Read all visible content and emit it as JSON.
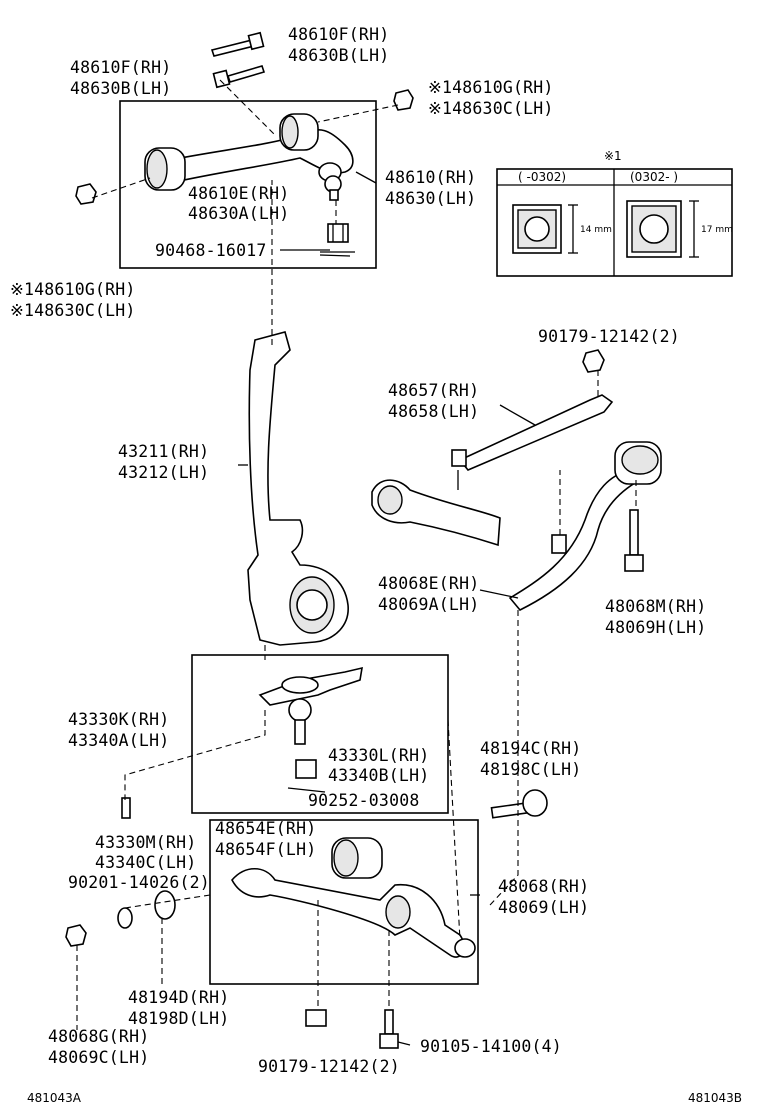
{
  "diagram_code_left": "481043A",
  "diagram_code_right": "481043B",
  "labels": [
    {
      "id": "p48610f_rh",
      "text": "48610F(RH)"
    },
    {
      "id": "p48630b_lh",
      "text": "48630B(LH)"
    },
    {
      "id": "p48610f_rh_2",
      "text": "48610F(RH)"
    },
    {
      "id": "p48630b_lh_2",
      "text": "48630B(LH)"
    },
    {
      "id": "p48610g_rh_top",
      "text": "※148610G(RH)"
    },
    {
      "id": "p48630c_lh_top",
      "text": "※148630C(LH)"
    },
    {
      "id": "p48610_rh",
      "text": "48610(RH)"
    },
    {
      "id": "p48630_lh",
      "text": "48630(LH)"
    },
    {
      "id": "p48610e_rh",
      "text": "48610E(RH)"
    },
    {
      "id": "p48630a_lh",
      "text": "48630A(LH)"
    },
    {
      "id": "p90468",
      "text": "90468-16017"
    },
    {
      "id": "p48610g_rh_left",
      "text": "※148610G(RH)"
    },
    {
      "id": "p48630c_lh_left",
      "text": "※148630C(LH)"
    },
    {
      "id": "p90179_top",
      "text": "90179-12142(2)"
    },
    {
      "id": "p48657_rh",
      "text": "48657(RH)"
    },
    {
      "id": "p48658_lh",
      "text": "48658(LH)"
    },
    {
      "id": "p43211_rh",
      "text": "43211(RH)"
    },
    {
      "id": "p43212_lh",
      "text": "43212(LH)"
    },
    {
      "id": "p48068e_rh",
      "text": "48068E(RH)"
    },
    {
      "id": "p48069a_lh",
      "text": "48069A(LH)"
    },
    {
      "id": "p48068m_rh",
      "text": "48068M(RH)"
    },
    {
      "id": "p48069h_lh",
      "text": "48069H(LH)"
    },
    {
      "id": "p43330k_rh",
      "text": "43330K(RH)"
    },
    {
      "id": "p43340a_lh",
      "text": "43340A(LH)"
    },
    {
      "id": "p43330l_rh",
      "text": "43330L(RH)"
    },
    {
      "id": "p43340b_lh",
      "text": "43340B(LH)"
    },
    {
      "id": "p90252",
      "text": "90252-03008"
    },
    {
      "id": "p48194c_rh",
      "text": "48194C(RH)"
    },
    {
      "id": "p48198c_lh",
      "text": "48198C(LH)"
    },
    {
      "id": "p43330m_rh",
      "text": "43330M(RH)"
    },
    {
      "id": "p43340c_lh",
      "text": "43340C(LH)"
    },
    {
      "id": "p48654e_rh",
      "text": "48654E(RH)"
    },
    {
      "id": "p48654f_lh",
      "text": "48654F(LH)"
    },
    {
      "id": "p90201",
      "text": "90201-14026(2)"
    },
    {
      "id": "p48068_rh",
      "text": "48068(RH)"
    },
    {
      "id": "p48069_lh",
      "text": "48069(LH)"
    },
    {
      "id": "p48194d_rh",
      "text": "48194D(RH)"
    },
    {
      "id": "p48198d_lh",
      "text": "48198D(LH)"
    },
    {
      "id": "p48068g_rh",
      "text": "48068G(RH)"
    },
    {
      "id": "p48069c_lh",
      "text": "48069C(LH)"
    },
    {
      "id": "p90105",
      "text": "90105-14100(4)"
    },
    {
      "id": "p90179_bottom",
      "text": "90179-12142(2)"
    }
  ],
  "note_table": {
    "mark": "※1",
    "col_left_header": "(    -0302)",
    "col_right_header": "(0302-    )",
    "col_left_dim": "14 mm",
    "col_right_dim": "17 mm"
  }
}
